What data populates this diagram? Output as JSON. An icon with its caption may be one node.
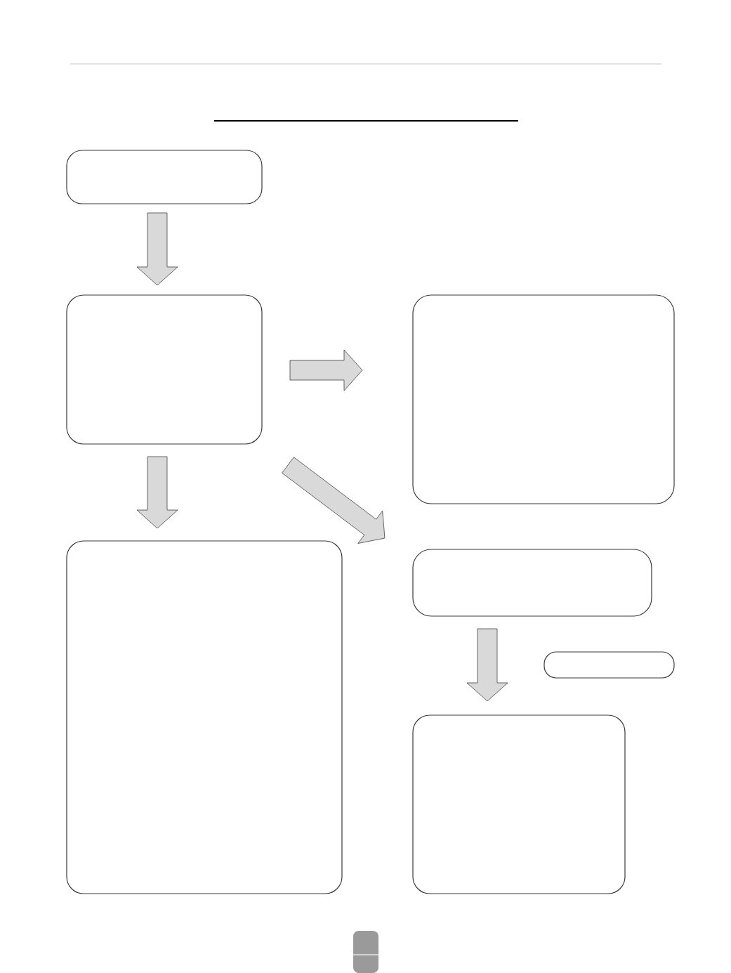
{
  "diagram": {
    "nodes": [
      {
        "text": [],
        "shape": "box"
      },
      {
        "text": [],
        "shape": "box"
      },
      {
        "text": [],
        "shape": "box"
      },
      {
        "text": [],
        "shape": "box"
      },
      {
        "text": [],
        "shape": "box"
      },
      {
        "text": [],
        "shape": "box"
      },
      {
        "text": [],
        "shape": "box"
      }
    ],
    "edges": [
      {
        "from": 0,
        "to": 1,
        "arrow": "to"
      },
      {
        "from": 1,
        "to": 2,
        "arrow": "to"
      },
      {
        "from": 1,
        "to": 3,
        "arrow": "to"
      },
      {
        "from": 1,
        "to": 4,
        "arrow": "to"
      },
      {
        "from": 4,
        "to": 6,
        "arrow": "to"
      }
    ]
  }
}
